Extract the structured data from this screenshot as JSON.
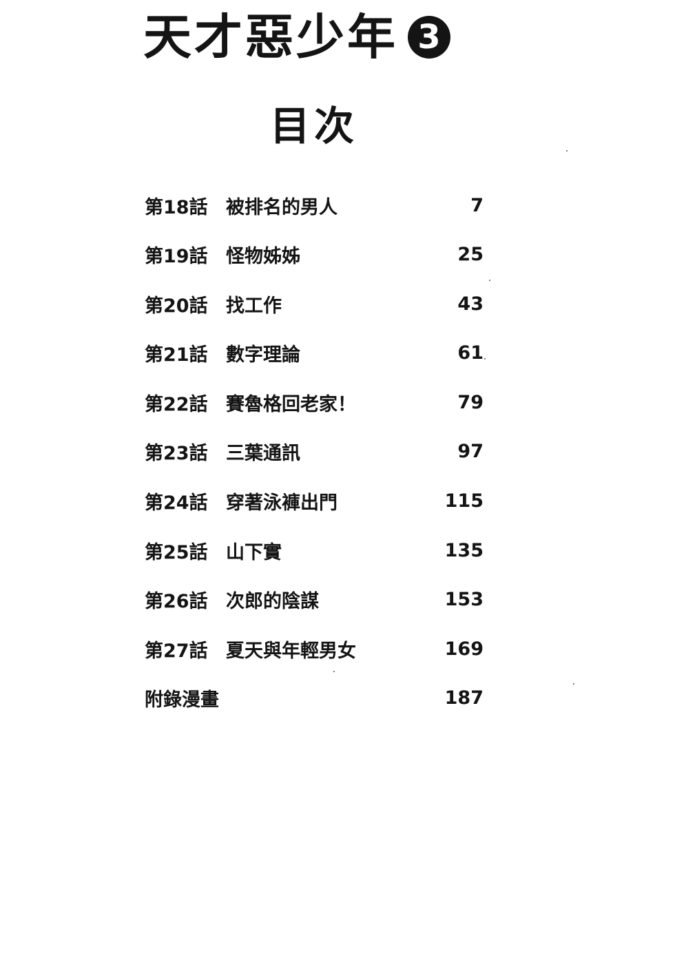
{
  "book": {
    "title": "天才惡少年",
    "volume": "3"
  },
  "toc": {
    "heading": "目次",
    "entries": [
      {
        "chapter": "第18話",
        "title": "被排名的男人",
        "page": "7"
      },
      {
        "chapter": "第19話",
        "title": "怪物姊姊",
        "page": "25"
      },
      {
        "chapter": "第20話",
        "title": "找工作",
        "page": "43"
      },
      {
        "chapter": "第21話",
        "title": "數字理論",
        "page": "61"
      },
      {
        "chapter": "第22話",
        "title": "賽魯格回老家！",
        "page": "79"
      },
      {
        "chapter": "第23話",
        "title": "三葉通訊",
        "page": "97"
      },
      {
        "chapter": "第24話",
        "title": "穿著泳褲出門",
        "page": "115"
      },
      {
        "chapter": "第25話",
        "title": "山下實",
        "page": "135"
      },
      {
        "chapter": "第26話",
        "title": "次郎的陰謀",
        "page": "153"
      },
      {
        "chapter": "第27話",
        "title": "夏天與年輕男女",
        "page": "169"
      },
      {
        "chapter": "",
        "title": "附錄漫畫",
        "page": "187"
      }
    ]
  }
}
